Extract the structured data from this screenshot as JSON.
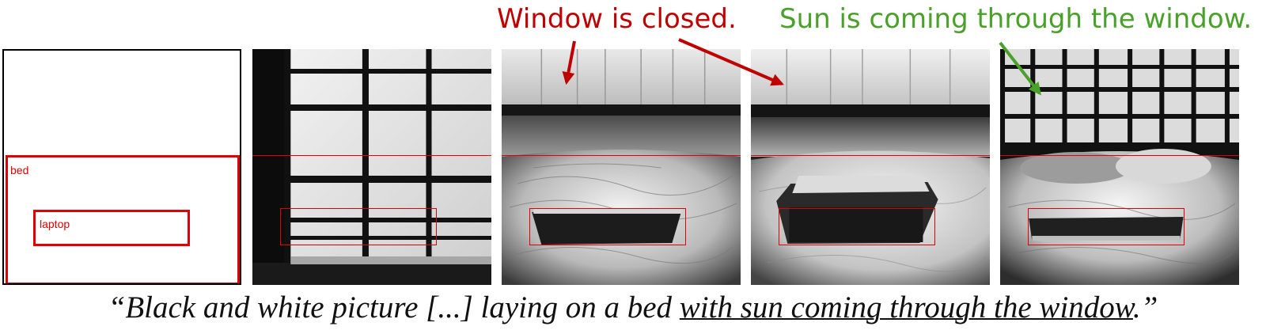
{
  "annotations": {
    "closed": "Window is closed.",
    "sun": "Sun is coming through the window."
  },
  "layout_panel": {
    "bed_label": "bed",
    "laptop_label": "laptop"
  },
  "caption": {
    "open_quote": "“",
    "part1": "Black and white picture [...] laying on a bed ",
    "underlined": "with sun coming through the window",
    "part2": ".",
    "close_quote": "”"
  },
  "colors": {
    "annotation_red": "#c00000",
    "annotation_green": "#4aa12a",
    "box_red": "#e00000"
  }
}
